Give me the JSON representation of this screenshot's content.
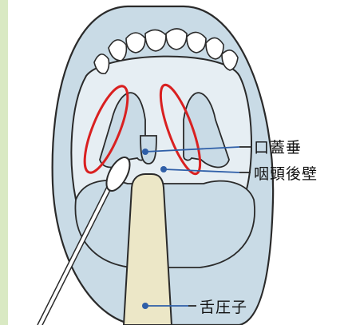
{
  "labels": {
    "uvula": "口蓋垂",
    "pharynx_wall": "咽頭後壁",
    "tongue_depressor": "舌圧子"
  },
  "colors": {
    "background": "#d9e9c3",
    "mouth_fill": "#c9dbe6",
    "cavity_fill": "#e6eef3",
    "outline": "#2a2a2a",
    "tonsil_highlight": "#d92020",
    "pointer_line": "#2f5fa8",
    "depressor_fill": "#ece7c7"
  }
}
